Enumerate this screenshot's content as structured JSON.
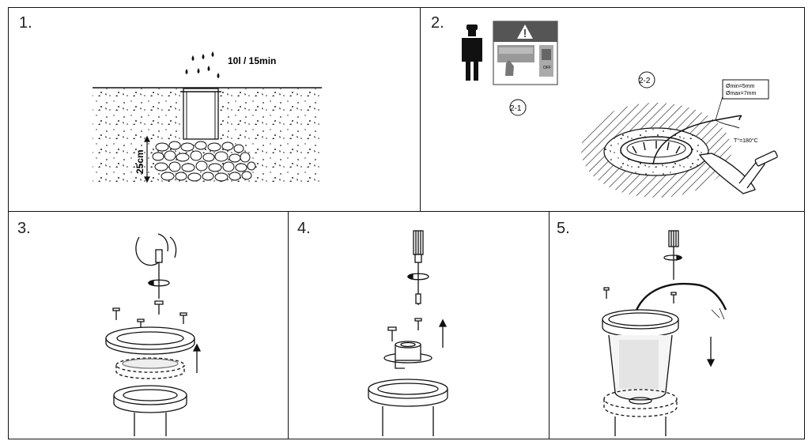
{
  "steps": [
    {
      "number": "1.",
      "drainage_label": "10l / 15min",
      "depth_label": "25cm"
    },
    {
      "number": "2.",
      "sub1_label": "2-1",
      "sub2_label": "2-2",
      "off_label": "OFF",
      "cable_spec_min": "Ømin=5mm",
      "cable_spec_max": "Ømax=7mm",
      "temp_label": "T°=180°C"
    },
    {
      "number": "3."
    },
    {
      "number": "4."
    },
    {
      "number": "5."
    }
  ],
  "colors": {
    "line": "#111111",
    "hatch": "#333333",
    "warning": "#555555"
  },
  "icons": [
    "raindrop-icon",
    "worker-icon",
    "warning-triangle-icon",
    "rotate-arrow-icon",
    "up-arrow-icon",
    "down-arrow-icon",
    "screwdriver-icon",
    "screw-icon"
  ]
}
